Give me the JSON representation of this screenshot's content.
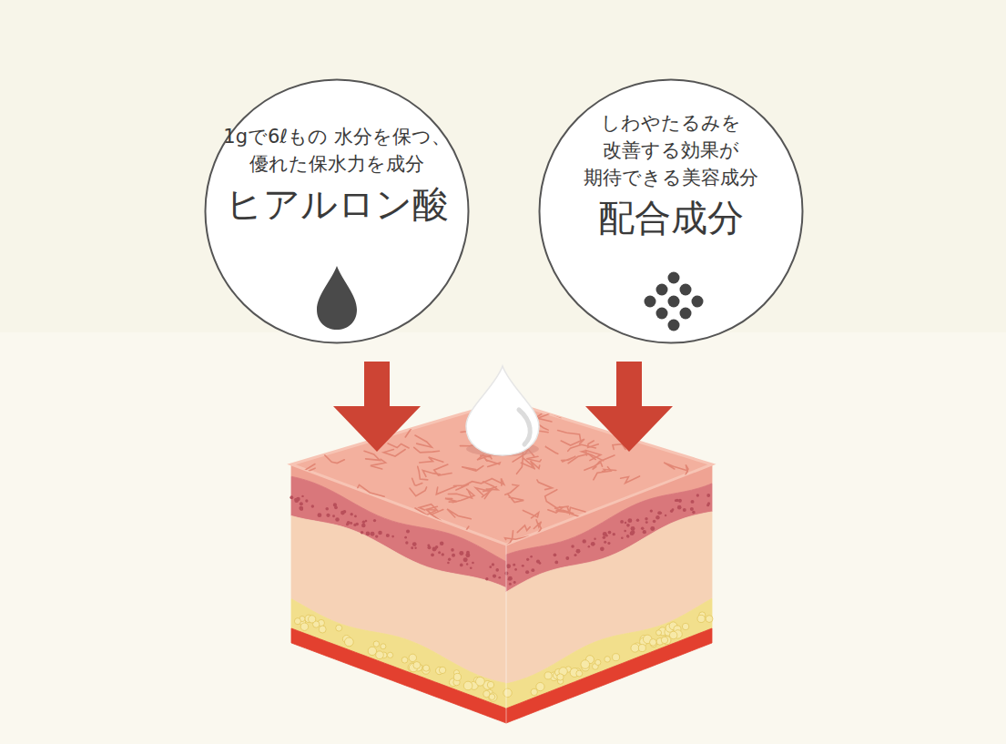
{
  "diagram": {
    "nodes": [
      {
        "text": [
          "1gで6ℓもの 水分を保つ、 優れた保水力を成分",
          "ヒアルロン酸"
        ]
      },
      {
        "text": [
          "しわやたるみを 改善する効果が 期待できる美容成分",
          "配合成分"
        ]
      }
    ]
  }
}
